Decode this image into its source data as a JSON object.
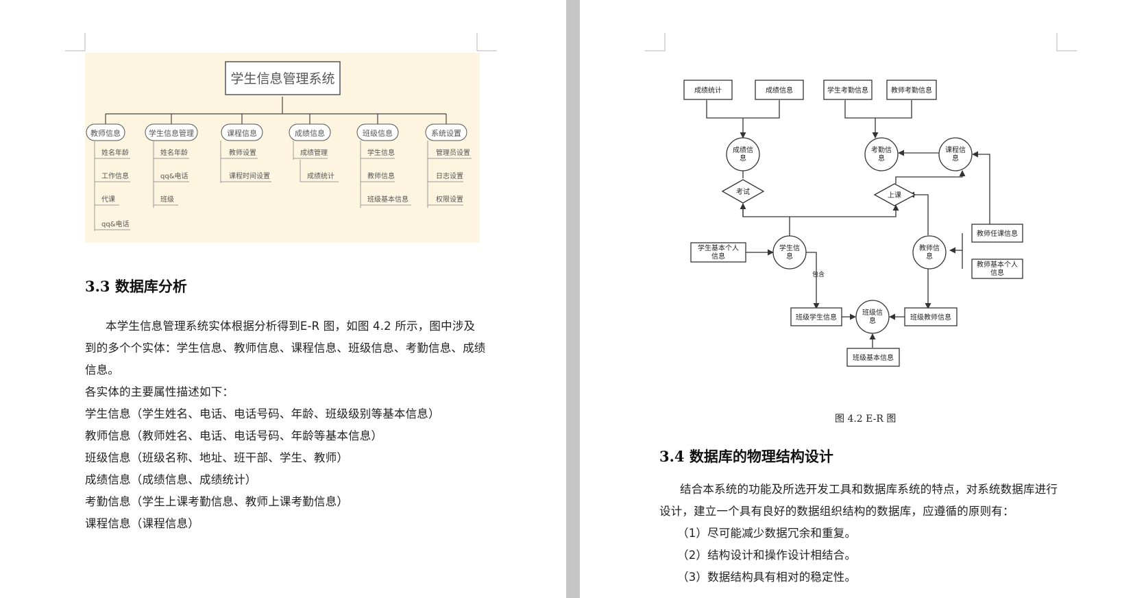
{
  "left_page": {
    "mindmap": {
      "root": "学生信息管理系统",
      "branches": [
        {
          "label": "教师信息",
          "items": [
            "姓名年龄",
            "工作信息",
            "代课",
            "qq&电话"
          ]
        },
        {
          "label": "学生信息管理",
          "items": [
            "姓名年龄",
            "qq&电话",
            "班级"
          ]
        },
        {
          "label": "课程信息",
          "items": [
            "教师设置",
            "课程时间设置"
          ]
        },
        {
          "label": "成绩信息",
          "items": [
            "成绩管理",
            "成绩统计"
          ]
        },
        {
          "label": "班级信息",
          "items": [
            "学生信息",
            "教师信息",
            "班级基本信息"
          ]
        },
        {
          "label": "系统设置",
          "items": [
            "管理员设置",
            "日志设置",
            "权限设置"
          ]
        }
      ]
    },
    "section_heading": "3.3  数据库分析",
    "paragraph_lines": [
      "本学生信息管理系统实体根据分析得到E-R 图，如图 4.2 所示，图中涉及",
      "到的多个个实体：学生信息、教师信息、课程信息、班级信息、考勤信息、成绩",
      "信息。"
    ],
    "attribute_intro": "各实体的主要属性描述如下：",
    "attributes": [
      "学生信息（学生姓名、电话、电话号码、年龄、班级级别等基本信息）",
      "教师信息（教师姓名、电话、电话号码、年龄等基本信息）",
      "班级信息（班级名称、地址、班干部、学生、教师）",
      "成绩信息（成绩信息、成绩统计）",
      "考勤信息（学生上课考勤信息、教师上课考勤信息）",
      "课程信息（课程信息）"
    ]
  },
  "right_page": {
    "er": {
      "top_boxes": [
        "成绩统计",
        "成绩信息",
        "学生考勤信息",
        "教师考勤信息"
      ],
      "entities": {
        "score": [
          "成绩信",
          "息"
        ],
        "attendance": [
          "考勤信",
          "息"
        ],
        "course": [
          "课程信",
          "息"
        ],
        "student": [
          "学生信",
          "息"
        ],
        "teacher": [
          "教师信",
          "息"
        ],
        "class": [
          "班级信",
          "息"
        ]
      },
      "relations": {
        "exam": "考试",
        "lesson": "上课"
      },
      "side_boxes": {
        "student_basic": [
          "学生基本个人",
          "信息"
        ],
        "teacher_course": [
          "教师任课信息"
        ],
        "teacher_basic": [
          "教师基本个人",
          "信息"
        ],
        "class_student": [
          "班级学生信息"
        ],
        "class_teacher": [
          "班级教师信息"
        ],
        "class_basic": [
          "班级基本信息"
        ]
      },
      "contain_label": "包含"
    },
    "caption": "图 4.2 E-R 图",
    "section_heading": "3.4  数据库的物理结构设计",
    "paragraph_lines": [
      "结合本系统的功能及所选开发工具和数据库系统的特点，对系统数据库进行",
      "设计，建立一个具有良好的数据组织结构的数据库，应遵循的原则有："
    ],
    "principles": [
      "（1）尽可能减少数据冗余和重复。",
      "（2）结构设计和操作设计相结合。",
      "（3）数据结构具有相对的稳定性。"
    ]
  }
}
